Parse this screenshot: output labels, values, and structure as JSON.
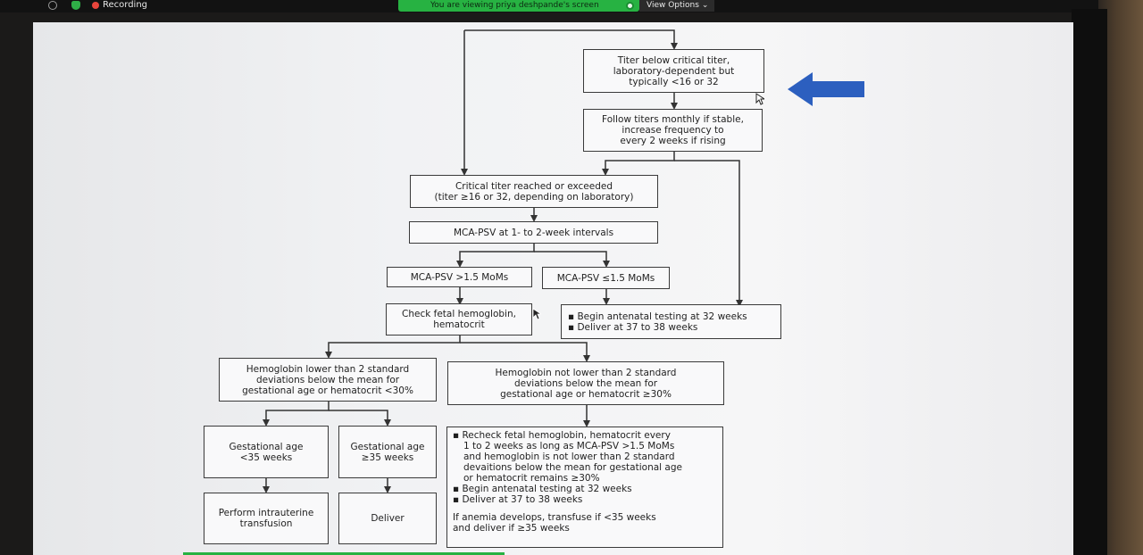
{
  "zoom_bar": {
    "recording_label": "Recording",
    "share_banner": "You are viewing priya deshpande's screen",
    "view_options_label": "View Options",
    "view_options_icon": "chevron-down-icon"
  },
  "colors": {
    "share_green": "#27b242",
    "recording_red": "#e8453c",
    "pointer_arrow_blue": "#2c5fbf",
    "box_border": "#3a3a3a"
  },
  "flowchart": {
    "titer_below": [
      "Titer below critical titer,",
      "laboratory-dependent but",
      "typically <16 or 32"
    ],
    "follow_titers": [
      "Follow titers monthly if stable,",
      "increase frequency to",
      "every 2 weeks if rising"
    ],
    "critical_titer": [
      "Critical titer reached or exceeded",
      "(titer ≥16 or 32, depending on laboratory)"
    ],
    "mca_psv_intervals": [
      "MCA-PSV at 1- to 2-week intervals"
    ],
    "mca_high": [
      "MCA-PSV >1.5 MoMs"
    ],
    "mca_low": [
      "MCA-PSV ≤1.5 MoMs"
    ],
    "check_fetal": [
      "Check fetal hemoglobin,",
      "hematocrit"
    ],
    "antenatal_bullets": [
      "▪ Begin antenatal testing at 32 weeks",
      "▪ Deliver at 37 to 38 weeks"
    ],
    "hgb_low": [
      "Hemoglobin lower than 2 standard",
      "deviations below the mean for",
      "gestational age or hematocrit <30%"
    ],
    "hgb_not_low": [
      "Hemoglobin not lower than 2 standard",
      "deviations below the mean for",
      "gestational age or hematocrit ≥30%"
    ],
    "ga_under35": [
      "Gestational age",
      "<35 weeks"
    ],
    "ga_over35": [
      "Gestational age",
      "≥35 weeks"
    ],
    "transfusion": [
      "Perform intrauterine",
      "transfusion"
    ],
    "deliver": [
      "Deliver"
    ],
    "recheck_block": {
      "bullet1": "▪ Recheck fetal hemoglobin, hematocrit every",
      "bullet1_lines": [
        "1 to 2 weeks as long as MCA-PSV >1.5 MoMs",
        "and hemoglobin is not lower than 2 standard",
        "devaitions below the mean for gestational age",
        "or hematocrit remains ≥30%"
      ],
      "bullet2": "▪ Begin antenatal testing at 32 weeks",
      "bullet3": "▪ Deliver at 37 to 38 weeks",
      "note_lines": [
        "If anemia develops, transfuse if <35 weeks",
        "and deliver if ≥35 weeks"
      ]
    }
  }
}
